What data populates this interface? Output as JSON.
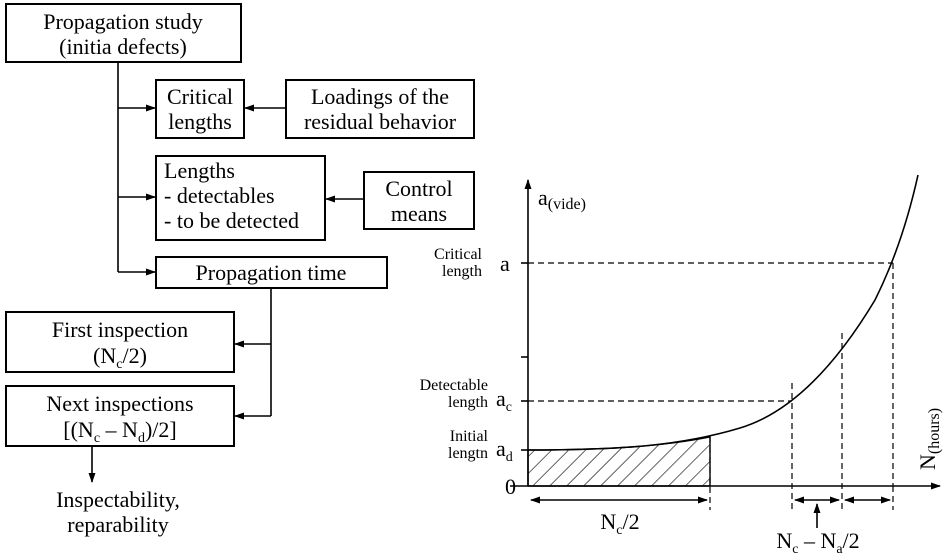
{
  "flowchart": {
    "propagation_study": [
      "Propagation study",
      "(initia defects)"
    ],
    "critical_lengths": [
      "Critical",
      "lengths"
    ],
    "loadings": [
      "Loadings of the",
      "residual behavior"
    ],
    "lengths": [
      "Lengths",
      "- detectables",
      "- to be detected"
    ],
    "control_means": [
      "Control",
      "means"
    ],
    "propagation_time": "Propagation time",
    "first_inspection": {
      "line1": "First inspection",
      "open": "(N",
      "sub": "c",
      "close": "/2)"
    },
    "next_inspections": {
      "line1": "Next inspections",
      "p1": "[(N",
      "s1": "c",
      "p2": " – N",
      "s2": "d",
      "p3": ")/2]"
    },
    "outcome": [
      "Inspectability,",
      "reparability"
    ]
  },
  "graph": {
    "y_axis_label": {
      "main": "a",
      "sub": "(vide)"
    },
    "x_axis_label": {
      "main": "N",
      "sub": "(hours)"
    },
    "origin": "0",
    "critical": {
      "label": [
        "Critical",
        "length"
      ],
      "symbol": "a"
    },
    "detectable": {
      "label": [
        "Detectable",
        "length"
      ],
      "symbol": "a",
      "sub": "c"
    },
    "initial": {
      "label": [
        "Initial",
        "lengtn"
      ],
      "symbol": "a",
      "sub": "d"
    },
    "dim_nc2": {
      "main": "N",
      "sub": "c",
      "rest": "/2"
    },
    "dim_interval": {
      "main": "N",
      "sub1": "c",
      "mid": " – N",
      "sub2": "a",
      "rest": "/2"
    }
  }
}
